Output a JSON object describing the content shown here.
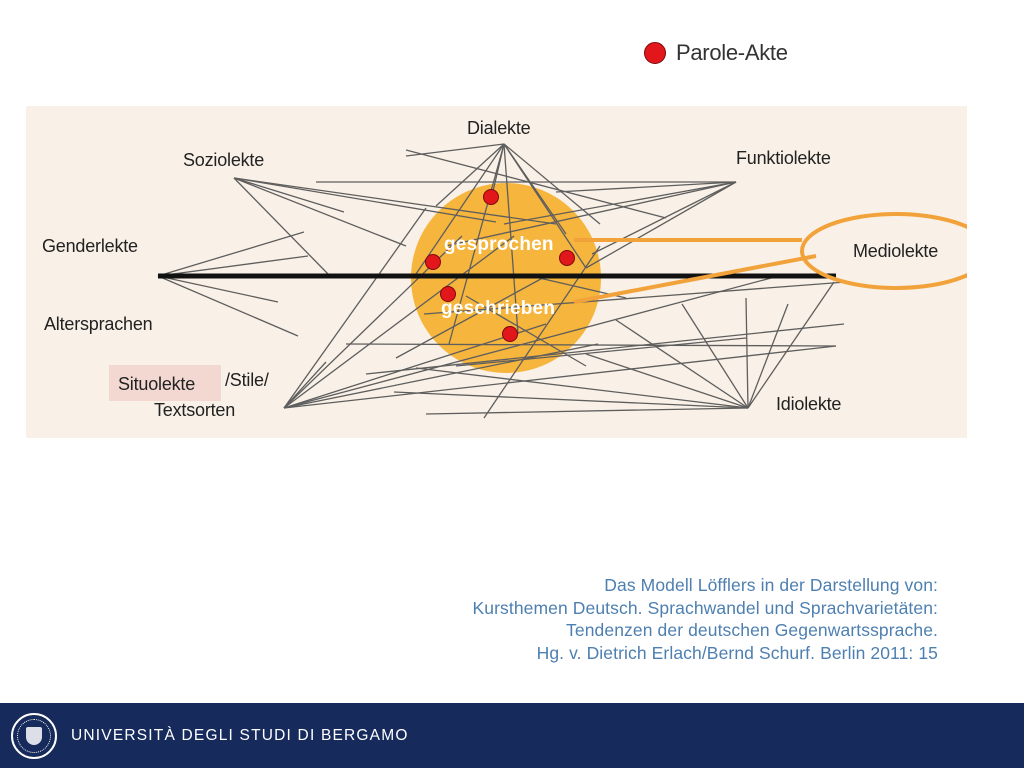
{
  "legend": {
    "label": "Parole-Akte",
    "color": "#e1171b"
  },
  "diagram": {
    "labels": {
      "dialekte": "Dialekte",
      "soziolekte": "Soziolekte",
      "funktiolekte": "Funktiolekte",
      "genderlekte": "Genderlekte",
      "mediolekte": "Mediolekte",
      "altersprachen": "Altersprachen",
      "situolekte": "Situolekte",
      "stile": "/Stile/",
      "textsorten": "Textsorten",
      "idiolekte": "Idiolekte",
      "gesprochen": "gesprochen",
      "geschrieben": "geschrieben"
    },
    "colors": {
      "background": "#f9f1e7",
      "circle": "#f6b53c",
      "mediolekte_outline": "#f2a23a",
      "situolekte_box": "#f3d8d2"
    }
  },
  "citation": {
    "line1": "Das Modell Löfflers in der Darstellung von:",
    "line2": "Kursthemen Deutsch. Sprachwandel und Sprachvarietäten:",
    "line3": "Tendenzen der deutschen Gegenwartssprache.",
    "line4": "Hg. v. Dietrich Erlach/Bernd Schurf. Berlin 2011: 15"
  },
  "footer": {
    "university": "UNIVERSITÀ  DEGLI  STUDI  DI  BERGAMO",
    "color": "#162a5c"
  }
}
